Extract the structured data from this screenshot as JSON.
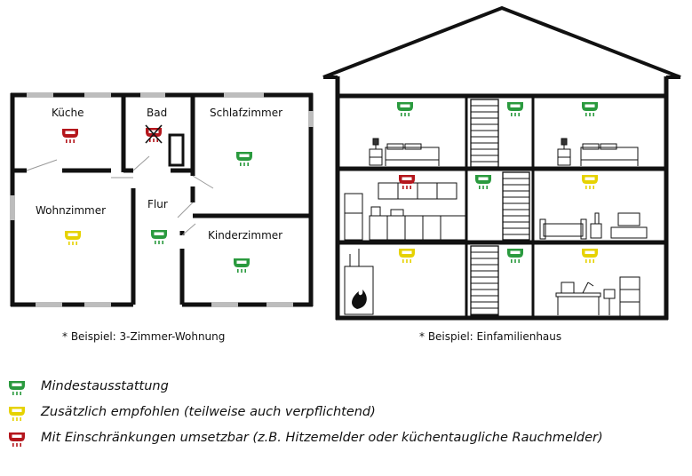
{
  "colors": {
    "green": "#2a9a3e",
    "yellow": "#e6d200",
    "red": "#b4161c",
    "wall": "#111111",
    "window": "#bdbdbd"
  },
  "apartment": {
    "rooms": {
      "kueche": "Küche",
      "bad": "Bad",
      "schlafzimmer": "Schlafzimmer",
      "wohnzimmer": "Wohnzimmer",
      "flur": "Flur",
      "kinderzimmer": "Kinderzimmer"
    },
    "caption": "* Beispiel: 3-Zimmer-Wohnung"
  },
  "house": {
    "caption": "* Beispiel: Einfamilienhaus"
  },
  "legend": [
    {
      "level": "green",
      "icon": "smoke-detector-green-icon",
      "text": "Mindestausstattung"
    },
    {
      "level": "yellow",
      "icon": "smoke-detector-yellow-icon",
      "text": "Zusätzlich empfohlen (teilweise auch verpflichtend)"
    },
    {
      "level": "red",
      "icon": "smoke-detector-red-icon",
      "text": "Mit Einschränkungen umsetzbar (z.B. Hitzemelder oder küchentaugliche Rauchmelder)"
    }
  ]
}
